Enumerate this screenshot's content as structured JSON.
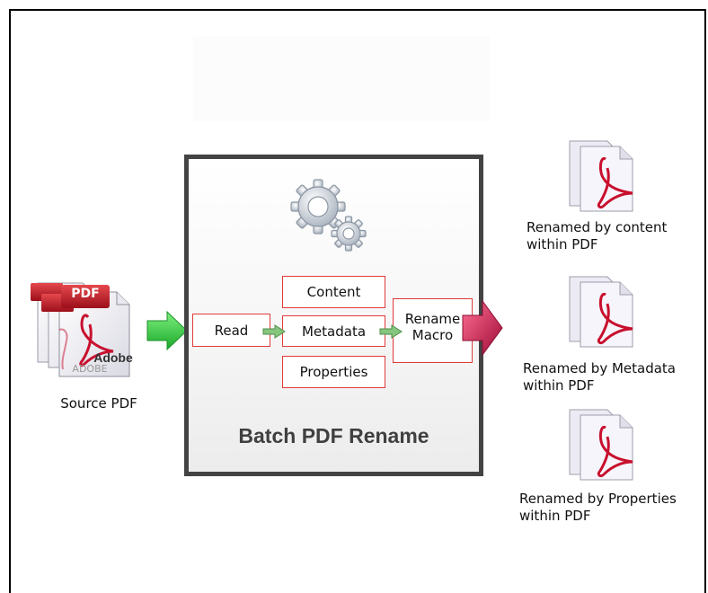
{
  "diagram": {
    "title": "Batch PDF Rename",
    "source_label": "Source PDF",
    "steps": {
      "read": "Read",
      "content": "Content",
      "metadata": "Metadata",
      "properties": "Properties",
      "rename_macro": "Rename Macro"
    },
    "source_icon_text": {
      "pdf_tag": "PDF",
      "adobe": "Adobe"
    },
    "outputs": [
      {
        "line1": "Renamed by content",
        "line2": "within PDF"
      },
      {
        "line1": "Renamed by Metadata",
        "line2": "within PDF"
      },
      {
        "line1": "Renamed by Properties",
        "line2": "within PDF"
      }
    ],
    "colors": {
      "box_border": "#e23a3a",
      "panel_border": "#434343",
      "input_arrow": "#2ecc3a",
      "output_arrow": "#d8174e",
      "pdf_red": "#c8102e"
    },
    "icons": {
      "gears": "gears-icon",
      "source": "pdf-stack-icon",
      "output": "pdf-document-icon"
    }
  }
}
